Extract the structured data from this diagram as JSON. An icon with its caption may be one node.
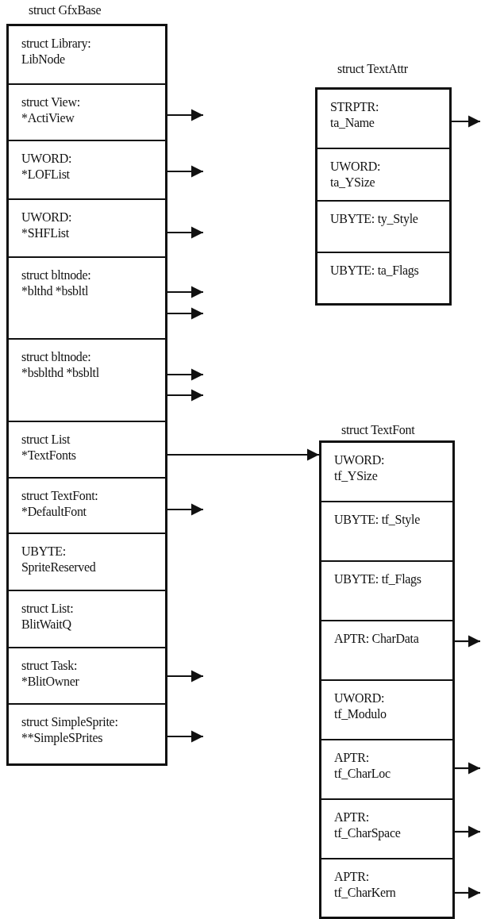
{
  "diagram": {
    "nodes": [
      {
        "text": [
          "struct GfxBase"
        ]
      },
      {
        "text": [
          "struct Library: LibNode"
        ],
        "in": 0
      },
      {
        "text": [
          "struct View: *ActiView"
        ],
        "in": 0
      },
      {
        "text": [
          "UWORD: *LOFList"
        ],
        "in": 0
      },
      {
        "text": [
          "UWORD: *SHFList"
        ],
        "in": 0
      },
      {
        "text": [
          "struct bltnode: *blthd *bsbltl"
        ],
        "in": 0
      },
      {
        "text": [
          "struct bltnode: *bsblthd *bsbltl"
        ],
        "in": 0
      },
      {
        "text": [
          "struct List *TextFonts"
        ],
        "in": 0
      },
      {
        "text": [
          "struct TextFont: *DefaultFont"
        ],
        "in": 0
      },
      {
        "text": [
          "UBYTE: SpriteReserved"
        ],
        "in": 0
      },
      {
        "text": [
          "struct List: BlitWaitQ"
        ],
        "in": 0
      },
      {
        "text": [
          "struct Task: *BlitOwner"
        ],
        "in": 0
      },
      {
        "text": [
          "struct SimpleSprite: **SimpleSPrites"
        ],
        "in": 0
      },
      {
        "text": [
          "struct TextAttr"
        ]
      },
      {
        "text": [
          "STRPTR: ta_Name"
        ],
        "in": 13
      },
      {
        "text": [
          "UWORD: ta_YSize"
        ],
        "in": 13
      },
      {
        "text": [
          "UBYTE: ty_Style"
        ],
        "in": 13
      },
      {
        "text": [
          "UBYTE: ta_Flags"
        ],
        "in": 13
      },
      {
        "text": [
          "struct TextFont"
        ]
      },
      {
        "text": [
          "UWORD: tf_YSize"
        ],
        "in": 18
      },
      {
        "text": [
          "UBYTE: tf_Style"
        ],
        "in": 18
      },
      {
        "text": [
          "UBYTE: tf_Flags"
        ],
        "in": 18
      },
      {
        "text": [
          "APTR: CharData"
        ],
        "in": 18
      },
      {
        "text": [
          "UWORD: tf_Modulo"
        ],
        "in": 18
      },
      {
        "text": [
          "APTR: tf_CharLoc"
        ],
        "in": 18
      },
      {
        "text": [
          "APTR: tf_CharSpace"
        ],
        "in": 18
      },
      {
        "text": [
          "APTR: tf_CharKern"
        ],
        "in": 18
      }
    ],
    "edges": [
      {
        "from": 2,
        "to": null,
        "arrow": "to"
      },
      {
        "from": 3,
        "to": null,
        "arrow": "to"
      },
      {
        "from": 4,
        "to": null,
        "arrow": "to"
      },
      {
        "from": 5,
        "to": null,
        "arrow": "to"
      },
      {
        "from": 5,
        "to": null,
        "arrow": "to"
      },
      {
        "from": 6,
        "to": null,
        "arrow": "to"
      },
      {
        "from": 6,
        "to": null,
        "arrow": "to"
      },
      {
        "from": 7,
        "to": 18,
        "arrow": "to"
      },
      {
        "from": 8,
        "to": null,
        "arrow": "to"
      },
      {
        "from": 11,
        "to": null,
        "arrow": "to"
      },
      {
        "from": 12,
        "to": null,
        "arrow": "to"
      },
      {
        "from": 14,
        "to": null,
        "arrow": "to"
      },
      {
        "from": 22,
        "to": null,
        "arrow": "to"
      },
      {
        "from": 24,
        "to": null,
        "arrow": "to"
      },
      {
        "from": 25,
        "to": null,
        "arrow": "to"
      },
      {
        "from": 26,
        "to": null,
        "arrow": "to"
      }
    ]
  }
}
